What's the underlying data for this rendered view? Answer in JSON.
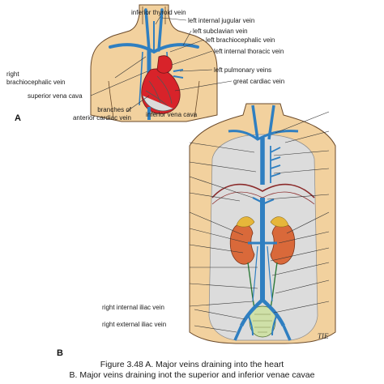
{
  "panel_a": {
    "letter": "A",
    "labels": {
      "inferior_thyroid_vein": "inferior thyroid vein",
      "left_internal_jugular_vein": "left internal jugular vein",
      "left_subclavian_vein": "left subclavian vein",
      "left_brachiocephalic_vein": "left brachiocephalic vein",
      "left_internal_thoracic_vein": "left internal thoracic vein",
      "right_brachiocephalic_vein_1": "right",
      "right_brachiocephalic_vein_2": "brachiocephalic vein",
      "left_pulmonary_veins": "left pulmonary veins",
      "great_cardiac_vein": "great cardiac vein",
      "superior_vena_cava": "superior vena cava",
      "branches_anterior_cardiac_1": "branches of",
      "branches_anterior_cardiac_2": "anterior cardiac vein",
      "inferior_vena_cava": "inferior vena cava"
    }
  },
  "panel_b": {
    "letter": "B",
    "labels": {
      "right_internal_iliac_vein": "right internal iliac vein",
      "right_external_iliac_vein": "right external iliac vein"
    },
    "signature": "TIE"
  },
  "caption": {
    "line1": "Figure 3.48 A. Major veins draining into the heart",
    "line2": "B. Major veins draining inot the superior and inferior venae cavae"
  },
  "colors": {
    "skin": "#f2d19e",
    "skin_outline": "#6b4a2a",
    "vein": "#2f7fc1",
    "vein_dark": "#1d5d96",
    "heart": "#d8232a",
    "kidney": "#d9693a",
    "adrenal": "#e6b63a",
    "organ_gray": "#d7d7d7",
    "gut": "#cfe0a8"
  }
}
